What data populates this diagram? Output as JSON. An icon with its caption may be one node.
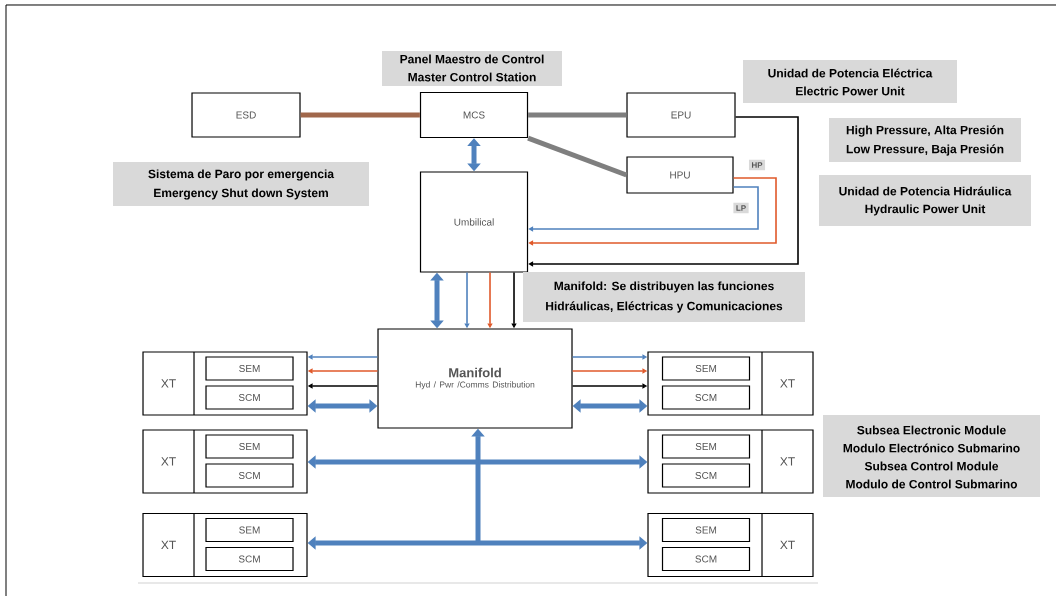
{
  "diagram": {
    "nodes": [
      {
        "text": [
          "ESD"
        ]
      },
      {
        "text": [
          "MCS"
        ]
      },
      {
        "text": [
          "EPU"
        ]
      },
      {
        "text": [
          "HPU"
        ]
      },
      {
        "text": [
          "Umbilical"
        ]
      },
      {
        "text": [
          "Manifold",
          "Hyd / Pwr /Comms Distribution"
        ]
      },
      {
        "text": [
          "XT"
        ]
      },
      {
        "text": [
          "SEM"
        ],
        "in": 6
      },
      {
        "text": [
          "SCM"
        ],
        "in": 6
      },
      {
        "text": [
          "XT"
        ]
      },
      {
        "text": [
          "SEM"
        ],
        "in": 9
      },
      {
        "text": [
          "SCM"
        ],
        "in": 9
      },
      {
        "text": [
          "XT"
        ]
      },
      {
        "text": [
          "SEM"
        ],
        "in": 12
      },
      {
        "text": [
          "SCM"
        ],
        "in": 12
      },
      {
        "text": [
          "XT"
        ]
      },
      {
        "text": [
          "SEM"
        ],
        "in": 15
      },
      {
        "text": [
          "SCM"
        ],
        "in": 15
      },
      {
        "text": [
          "XT"
        ]
      },
      {
        "text": [
          "SEM"
        ],
        "in": 18
      },
      {
        "text": [
          "SCM"
        ],
        "in": 18
      },
      {
        "text": [
          "XT"
        ]
      },
      {
        "text": [
          "SEM"
        ],
        "in": 21
      },
      {
        "text": [
          "SCM"
        ],
        "in": 21
      }
    ],
    "edges": [
      {
        "from": 0,
        "to": 1,
        "arrow": "none",
        "style": "thick",
        "color": "#a0674b"
      },
      {
        "from": 1,
        "to": 2,
        "arrow": "none",
        "style": "thick",
        "color": "#7f7f7f"
      },
      {
        "from": 1,
        "to": 3,
        "arrow": "none",
        "style": "thick",
        "color": "#7f7f7f"
      },
      {
        "from": 1,
        "to": 4,
        "arrow": "both",
        "style": "thick"
      },
      {
        "from": 2,
        "to": 4,
        "arrow": "to",
        "color": "#000000"
      },
      {
        "from": 3,
        "to": 4,
        "arrow": "to",
        "color": "#e0592a"
      },
      {
        "from": 3,
        "to": 4,
        "arrow": "to"
      },
      {
        "from": 4,
        "to": 5,
        "arrow": "both",
        "style": "thick"
      },
      {
        "from": 4,
        "to": 5,
        "arrow": "to"
      },
      {
        "from": 4,
        "to": 5,
        "arrow": "to",
        "color": "#e0592a"
      },
      {
        "from": 4,
        "to": 5,
        "arrow": "to",
        "color": "#000000"
      },
      {
        "from": 5,
        "to": 6,
        "arrow": "to"
      },
      {
        "from": 5,
        "to": 6,
        "arrow": "to",
        "color": "#e0592a"
      },
      {
        "from": 5,
        "to": 6,
        "arrow": "to",
        "color": "#000000"
      },
      {
        "from": 5,
        "to": 6,
        "arrow": "both",
        "style": "thick"
      },
      {
        "from": 5,
        "to": 9,
        "arrow": "to"
      },
      {
        "from": 5,
        "to": 9,
        "arrow": "to",
        "color": "#e0592a"
      },
      {
        "from": 5,
        "to": 9,
        "arrow": "to",
        "color": "#000000"
      },
      {
        "from": 5,
        "to": 9,
        "arrow": "both",
        "style": "thick"
      },
      {
        "from": 5,
        "to": 12,
        "arrow": "both",
        "style": "thick"
      },
      {
        "from": 5,
        "to": 15,
        "arrow": "both",
        "style": "thick"
      },
      {
        "from": 5,
        "to": 18,
        "arrow": "both",
        "style": "thick"
      },
      {
        "from": 5,
        "to": 21,
        "arrow": "both",
        "style": "thick"
      }
    ],
    "labels": [
      "Panel Maestro de Control",
      "Master Control Station",
      "Unidad de Potencia Eléctrica",
      "Electric Power Unit",
      "HP",
      "High Pressure, Alta Presión",
      "Low Pressure, Baja Presión",
      "Sistema de Paro por emergencia",
      "Emergency Shut down System",
      "LP",
      "Unidad de Potencia Hidráulica",
      "Hydraulic Power Unit",
      "Manifold: Se distribuyen las funciones",
      "Hidráulicas, Eléctricas y Comunicaciones",
      "Subsea Electronic Module",
      "Modulo Electrónico Submarino",
      "Subsea Control Module",
      "Modulo de Control Submarino"
    ]
  }
}
